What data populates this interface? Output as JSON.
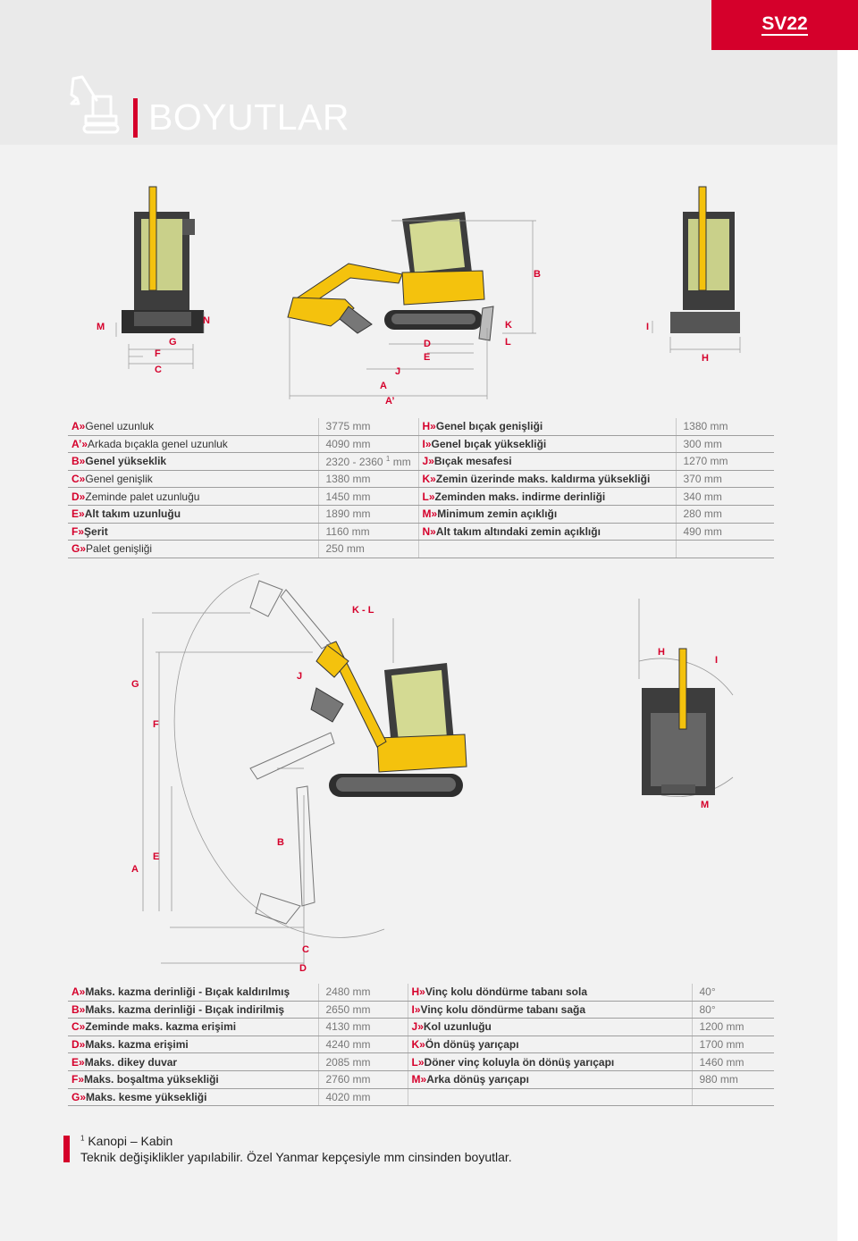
{
  "header": {
    "model": "SV22",
    "title": "BOYUTLAR"
  },
  "colors": {
    "accent": "#d5002b",
    "machine_yellow": "#f4c20d",
    "machine_dark": "#3a3a3a"
  },
  "top_diagram_labels": [
    "M",
    "G",
    "F",
    "C",
    "N",
    "D",
    "E",
    "J",
    "A",
    "A’",
    "K",
    "L",
    "B",
    "I",
    "H"
  ],
  "bottom_diagram_labels": [
    "K - L",
    "H",
    "I",
    "G",
    "J",
    "F",
    "M",
    "B",
    "A",
    "E",
    "C",
    "D"
  ],
  "table1": {
    "left": [
      {
        "key": "A",
        "label": "Genel uzunluk",
        "value": "3775 mm"
      },
      {
        "key": "A’",
        "label": "Arkada bıçakla genel uzunluk",
        "value": "4090 mm"
      },
      {
        "key": "B",
        "label": "Genel yükseklik",
        "value": "2320 - 2360",
        "sup": "1",
        "unit": "mm"
      },
      {
        "key": "C",
        "label": "Genel genişlik",
        "value": "1380 mm"
      },
      {
        "key": "D",
        "label": "Zeminde palet uzunluğu",
        "value": "1450 mm"
      },
      {
        "key": "E",
        "label": "Alt takım uzunluğu",
        "value": "1890 mm"
      },
      {
        "key": "F",
        "label": "Şerit",
        "value": "1160 mm"
      },
      {
        "key": "G",
        "label": "Palet genişliği",
        "value": "250 mm"
      }
    ],
    "right": [
      {
        "key": "H",
        "label": "Genel bıçak genişliği",
        "value": "1380 mm"
      },
      {
        "key": "I",
        "label": "Genel bıçak yüksekliği",
        "value": "300 mm"
      },
      {
        "key": "J",
        "label": "Bıçak mesafesi",
        "value": "1270 mm"
      },
      {
        "key": "K",
        "label": "Zemin üzerinde maks. kaldırma yüksekliği",
        "value": "370 mm"
      },
      {
        "key": "L",
        "label": "Zeminden maks. indirme derinliği",
        "value": "340 mm"
      },
      {
        "key": "M",
        "label": "Minimum zemin açıklığı",
        "value": "280 mm"
      },
      {
        "key": "N",
        "label": "Alt takım altındaki zemin açıklığı",
        "value": "490 mm"
      }
    ]
  },
  "table2": {
    "left": [
      {
        "key": "A",
        "label": "Maks. kazma derinliği - Bıçak kaldırılmış",
        "value": "2480 mm"
      },
      {
        "key": "B",
        "label": "Maks. kazma derinliği - Bıçak indirilmiş",
        "value": "2650 mm"
      },
      {
        "key": "C",
        "label": "Zeminde maks. kazma erişimi",
        "value": "4130 mm"
      },
      {
        "key": "D",
        "label": "Maks. kazma erişimi",
        "value": "4240 mm"
      },
      {
        "key": "E",
        "label": "Maks. dikey duvar",
        "value": "2085 mm"
      },
      {
        "key": "F",
        "label": "Maks. boşaltma yüksekliği",
        "value": "2760 mm"
      },
      {
        "key": "G",
        "label": "Maks. kesme yüksekliği",
        "value": "4020 mm"
      }
    ],
    "right": [
      {
        "key": "H",
        "label": "Vinç kolu döndürme tabanı sola",
        "value": "40°"
      },
      {
        "key": "I",
        "label": "Vinç kolu döndürme tabanı sağa",
        "value": "80°"
      },
      {
        "key": "J",
        "label": "Kol uzunluğu",
        "value": "1200 mm"
      },
      {
        "key": "K",
        "label": "Ön dönüş yarıçapı",
        "value": "1700 mm"
      },
      {
        "key": "L",
        "label": "Döner vinç koluyla ön dönüş yarıçapı",
        "value": "1460 mm"
      },
      {
        "key": "M",
        "label": "Arka dönüş yarıçapı",
        "value": "980 mm"
      }
    ]
  },
  "footnotes": {
    "sup": "1",
    "line1": "Kanopi – Kabin",
    "line2": "Teknik değişiklikler yapılabilir. Özel Yanmar kepçesiyle mm cinsinden boyutlar."
  }
}
